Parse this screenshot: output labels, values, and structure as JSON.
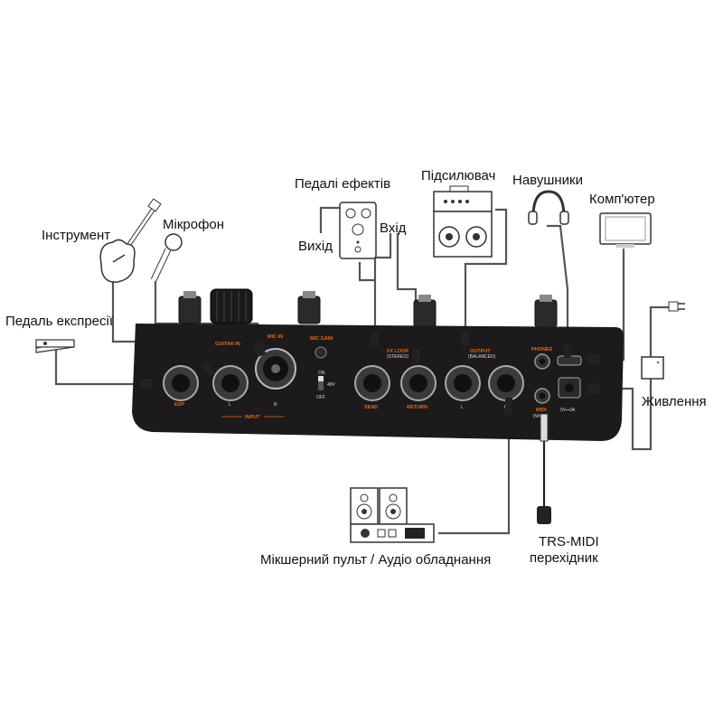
{
  "labels": {
    "expression_pedal": "Педаль експресії",
    "instrument": "Інструмент",
    "microphone": "Мікрофон",
    "effect_pedals": "Педалі ефектів",
    "fx_output": "Вихід",
    "fx_input": "Вхід",
    "amplifier": "Підсилювач",
    "headphones": "Навушники",
    "computer": "Комп'ютер",
    "power": "Живлення",
    "mixer": "Мікшерний пульт / Аудіо обладнання",
    "trs_midi_line1": "TRS-MIDI",
    "trs_midi_line2": "перехідник"
  },
  "panel": {
    "exp": "EXP",
    "guitar_in": "GUITAR IN",
    "mic_in": "MIC IN",
    "mic_gain": "MIC GAIN",
    "on": "ON",
    "v48": "48V",
    "off": "OFF",
    "input": "INPUT",
    "l1": "L",
    "r1": "R",
    "fx_loop": "FX LOOP",
    "stereo": "(STEREO)",
    "send": "SEND",
    "return": "RETURN",
    "output": "OUTPUT",
    "balanced": "(BALANCED)",
    "l2": "L",
    "r2": "R",
    "phones": "PHONES",
    "midi": "MIDI",
    "in_out": "IN/OUT",
    "dc": "9V⎓3A"
  },
  "colors": {
    "panel": "#1c1a1a",
    "accent": "#e06a1e",
    "cable": "#555555"
  }
}
